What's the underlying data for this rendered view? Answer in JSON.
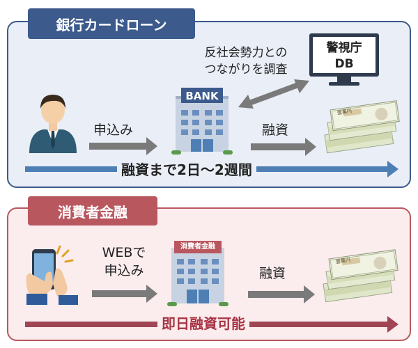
{
  "bank": {
    "title": "銀行カードローン",
    "apply_label": "申込み",
    "check_label_line1": "反社会勢力との",
    "check_label_line2": "つながりを調査",
    "monitor_line1": "警視庁",
    "monitor_line2": "DB",
    "building_sign": "BANK",
    "loan_label": "融資",
    "duration_text": "融資まで2日〜2週間"
  },
  "consumer": {
    "title": "消費者金融",
    "apply_label_line1": "WEBで",
    "apply_label_line2": "申込み",
    "building_sign": "消費者金融",
    "loan_label": "融資",
    "duration_text": "即日融資可能"
  },
  "money_bill_text": "壹萬円",
  "colors": {
    "bank_accent": "#3c5a8c",
    "bank_bg": "#e9eef7",
    "bank_arrow": "#4d7fb5",
    "consumer_accent": "#b9575f",
    "consumer_bg": "#fbecee",
    "consumer_arrow": "#a04553",
    "gray_arrow": "#7a7a7a"
  }
}
